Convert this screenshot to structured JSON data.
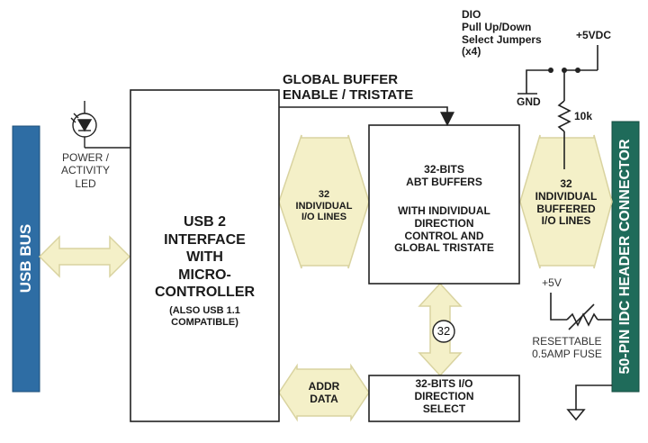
{
  "bus": {
    "label": "USB BUS",
    "color": "#2e6da4"
  },
  "connector": {
    "label": "50-PIN IDC HEADER CONNECTOR",
    "color": "#1f6b5a"
  },
  "led": {
    "label_lines": [
      "POWER /",
      "ACTIVITY",
      "LED"
    ]
  },
  "usb_block": {
    "title_lines": [
      "USB 2",
      "INTERFACE",
      "WITH",
      "MICRO-",
      "CONTROLLER"
    ],
    "note_lines": [
      "(ALSO USB 1.1",
      "COMPATIBLE)"
    ]
  },
  "global_buffer": {
    "lines": [
      "GLOBAL BUFFER",
      "ENABLE / TRISTATE"
    ]
  },
  "io_lines_arrow": {
    "lines": [
      "32",
      "INDIVIDUAL",
      "I/O LINES"
    ]
  },
  "abt_block": {
    "title_lines": [
      "32-BITS",
      "ABT BUFFERS"
    ],
    "body_lines": [
      "WITH INDIVIDUAL",
      "DIRECTION",
      "CONTROL AND",
      "GLOBAL TRISTATE"
    ]
  },
  "buffered_arrow": {
    "lines": [
      "32",
      "INDIVIDUAL",
      "BUFFERED",
      "I/O LINES"
    ]
  },
  "direction_block": {
    "lines": [
      "32-BITS I/O",
      "DIRECTION",
      "SELECT"
    ]
  },
  "addr_arrow": {
    "lines": [
      "ADDR",
      "DATA"
    ]
  },
  "bus_width_badge": "32",
  "jumpers": {
    "lines": [
      "DIO",
      "Pull Up/Down",
      "Select Jumpers",
      "(x4)"
    ]
  },
  "supply_vdc": "+5VDC",
  "ground": "GND",
  "resistor": "10k",
  "fuse_supply": "+5V",
  "fuse": {
    "lines": [
      "RESETTABLE",
      "0.5AMP FUSE"
    ]
  },
  "colors": {
    "arrow_fill": "#f4f0c8",
    "arrow_stroke": "#d9d3a0",
    "line": "#222222"
  }
}
